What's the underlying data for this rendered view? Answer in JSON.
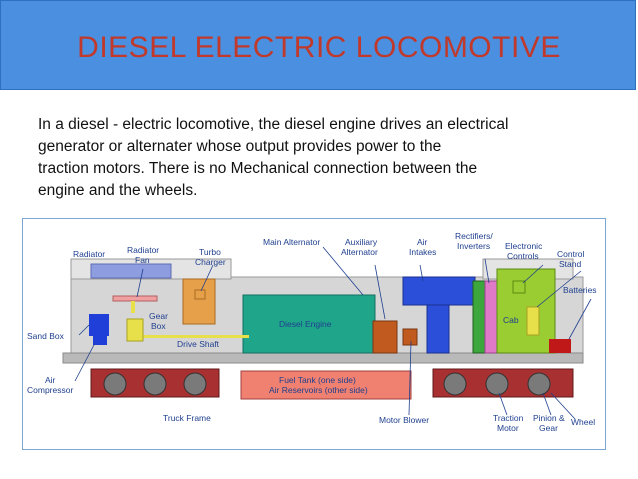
{
  "title": "DIESEL  ELECTRIC  LOCOMOTIVE",
  "description_lines": [
    "In  a  diesel - electric  locomotive,  the  diesel  engine  drives  an  electrical",
    "generator  or  alternater  whose  output   provides   power  to  the",
    "traction  motors.  There  is  no  Mechanical  connection  between  the",
    "engine  and  the  wheels."
  ],
  "diagram": {
    "labels": {
      "radiator": "Radiator",
      "radiator_fan_1": "Radiator",
      "radiator_fan_2": "Fan",
      "turbo_1": "Turbo",
      "turbo_2": "Charger",
      "main_alternator": "Main Alternator",
      "aux_alt_1": "Auxiliary",
      "aux_alt_2": "Alternator",
      "air_intakes_1": "Air",
      "air_intakes_2": "Intakes",
      "rectifiers_1": "Rectifiers/",
      "rectifiers_2": "Inverters",
      "electronic_1": "Electronic",
      "electronic_2": "Controls",
      "control_stand_1": "Control",
      "control_stand_2": "Stand",
      "batteries": "Batteries",
      "sand_box": "Sand Box",
      "gear_box_1": "Gear",
      "gear_box_2": "Box",
      "drive_shaft": "Drive Shaft",
      "diesel_engine": "Diesel Engine",
      "cab": "Cab",
      "fuel_tank_1": "Fuel Tank (one side)",
      "fuel_tank_2": "Air Reservoirs (other side)",
      "air_comp_1": "Air",
      "air_comp_2": "Compressor",
      "truck_frame": "Truck Frame",
      "motor_blower": "Motor Blower",
      "traction_1": "Traction",
      "traction_2": "Motor",
      "pinion_1": "Pinion &",
      "pinion_2": "Gear",
      "wheel": "Wheel"
    },
    "colors": {
      "body": "#d6d6d6",
      "frame": "#b9b9b9",
      "radiator": "#8e9ce0",
      "engine": "#1fa58a",
      "turbo": "#e6a04a",
      "gearbox": "#e8e04a",
      "aux_alt": "#c05a1e",
      "air_intake": "#2b4fd8",
      "rectifier": "#e07ac8",
      "electronics": "#3da63d",
      "cab": "#9acd32",
      "fuel_tank": "#f08070",
      "sand_box": "#1f3fd8",
      "battery": "#c01818",
      "wheel": "#7a7a7a",
      "truck": "#a83030"
    }
  }
}
